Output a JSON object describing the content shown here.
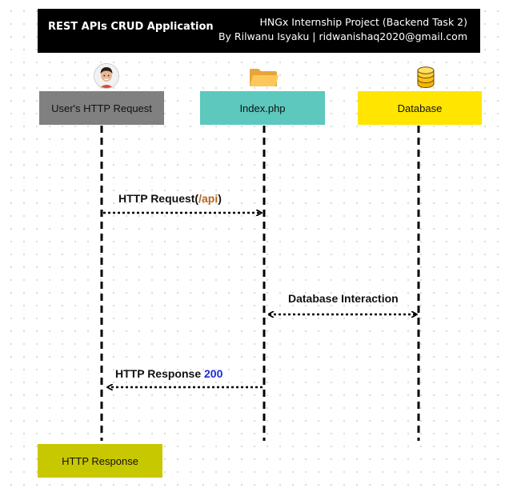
{
  "header": {
    "app_title": "REST APIs CRUD Application",
    "project_title": "HNGx Internship Project (Backend Task 2)",
    "author_line": "By Rilwanu Isyaku | ridwanishaq2020@gmail.com"
  },
  "participants": [
    {
      "label": "User's HTTP Request",
      "color": "#808080",
      "icon": "user-avatar-icon"
    },
    {
      "label": "Index.php",
      "color": "#5cc8be",
      "icon": "folder-icon"
    },
    {
      "label": "Database",
      "color": "#ffe500",
      "icon": "database-icon"
    }
  ],
  "messages": {
    "request": {
      "text": "HTTP Request(",
      "path": "/api",
      "close": ")",
      "path_color": "#b5651d"
    },
    "db": {
      "text": "Database Interaction"
    },
    "response": {
      "text": "HTTP Response ",
      "code": "200",
      "code_color": "#1a2fd6"
    }
  },
  "response_box": {
    "label": "HTTP Response",
    "color": "#c8c800"
  }
}
